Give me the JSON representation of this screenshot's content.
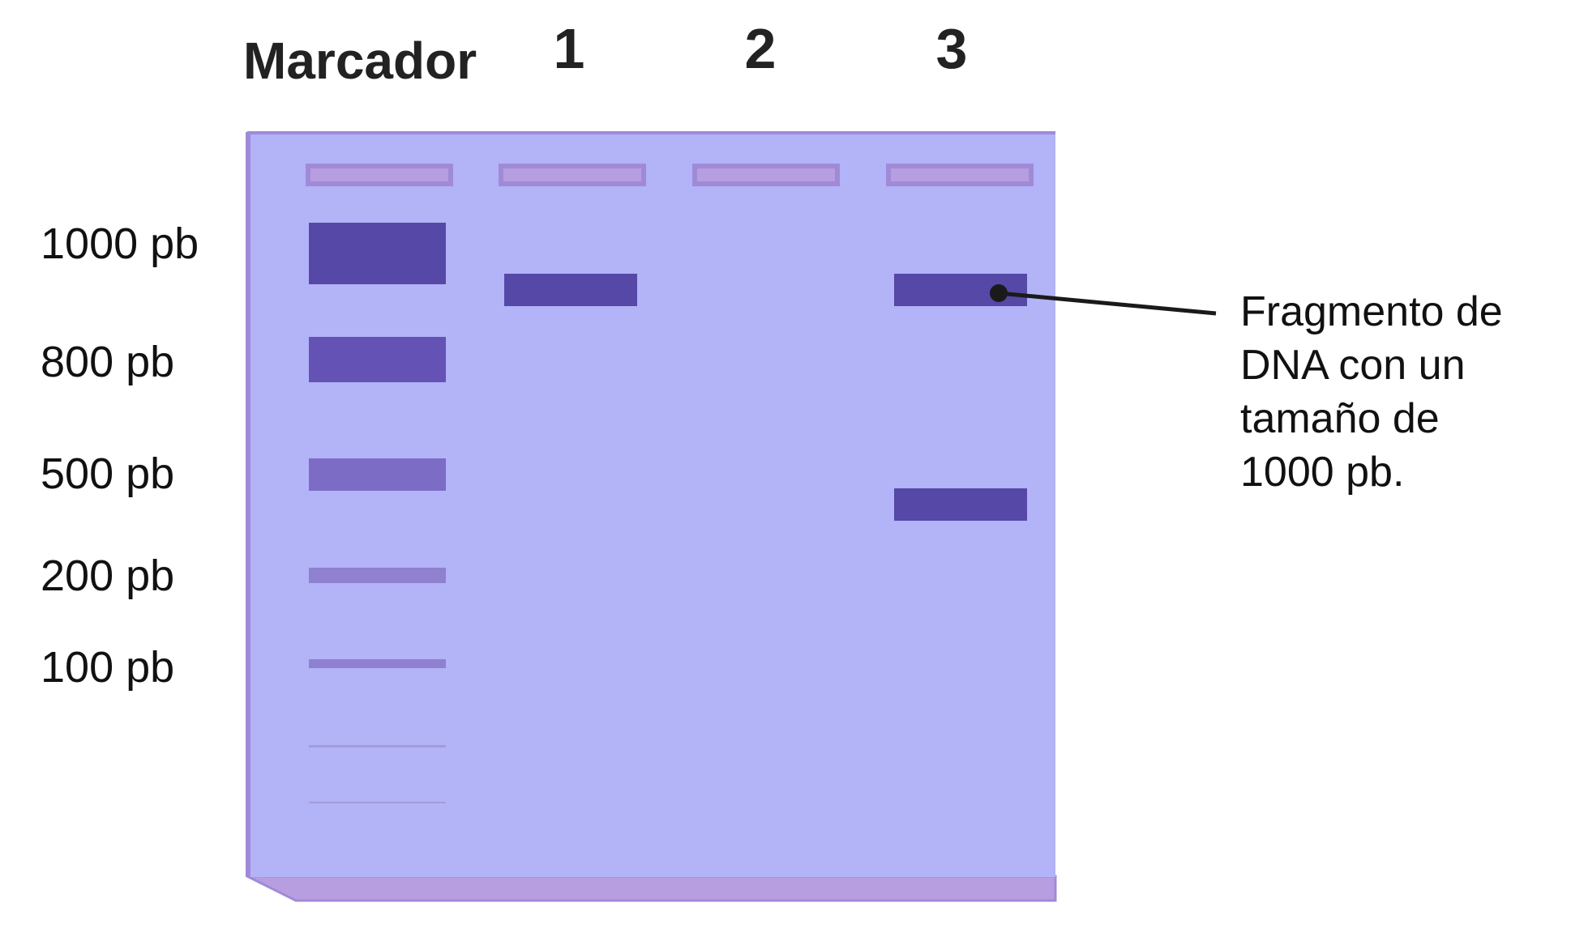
{
  "lane_headers": {
    "marker": "Marcador",
    "lane1": "1",
    "lane2": "2",
    "lane3": "3"
  },
  "ladder_sizes": {
    "s1000": "1000 pb",
    "s800": "800 pb",
    "s500": "500 pb",
    "s200": "200 pb",
    "s100": "100 pb"
  },
  "annotation": {
    "line1": "Fragmento de",
    "line2": "DNA con un",
    "line3": "tamaño de",
    "line4": "1000 pb."
  },
  "colors": {
    "gel": "#b3b3f7",
    "gel_border": "#a08ad8",
    "well": "#b79ee0",
    "band_dark": "#5548a6",
    "band_mid": "#6453b5",
    "band_light": "#7d6cc6",
    "band_faint": "#9080d0",
    "band_trace": "#a49bd8",
    "callout": "#1a1a1a"
  },
  "samples": {
    "lane1": [
      "1000 pb"
    ],
    "lane2": [],
    "lane3": [
      "1000 pb",
      "fragment between 500 pb and 200 pb"
    ]
  }
}
